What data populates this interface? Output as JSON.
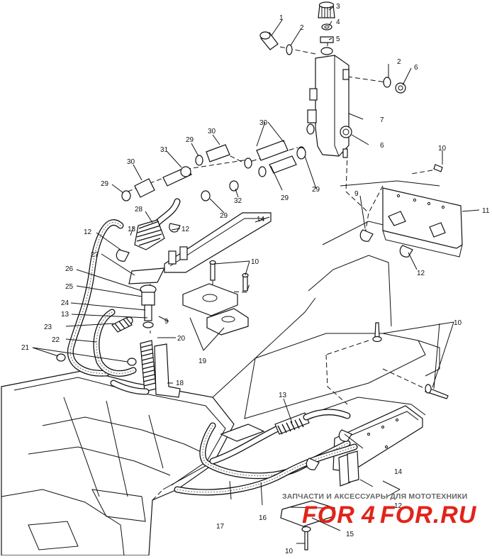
{
  "callouts": [
    {
      "id": "c1",
      "text": "1"
    },
    {
      "id": "c2a",
      "text": "2"
    },
    {
      "id": "c3",
      "text": "3"
    },
    {
      "id": "c4",
      "text": "4"
    },
    {
      "id": "c5",
      "text": "5"
    },
    {
      "id": "c2b",
      "text": "2"
    },
    {
      "id": "c6a",
      "text": "6"
    },
    {
      "id": "c7",
      "text": "7"
    },
    {
      "id": "c6b",
      "text": "6"
    },
    {
      "id": "c30a",
      "text": "30"
    },
    {
      "id": "c30b",
      "text": "30"
    },
    {
      "id": "c31",
      "text": "31"
    },
    {
      "id": "c29a",
      "text": "29"
    },
    {
      "id": "c30c",
      "text": "30"
    },
    {
      "id": "c29b",
      "text": "29"
    },
    {
      "id": "c29c",
      "text": "29"
    },
    {
      "id": "c29d",
      "text": "29"
    },
    {
      "id": "c32",
      "text": "32"
    },
    {
      "id": "c29e",
      "text": "29"
    },
    {
      "id": "c10a",
      "text": "10"
    },
    {
      "id": "c11",
      "text": "11"
    },
    {
      "id": "c9a",
      "text": "9"
    },
    {
      "id": "c12a",
      "text": "12"
    },
    {
      "id": "c28",
      "text": "28"
    },
    {
      "id": "c13a",
      "text": "13"
    },
    {
      "id": "c12b",
      "text": "12"
    },
    {
      "id": "c14a",
      "text": "14"
    },
    {
      "id": "c12c",
      "text": "12"
    },
    {
      "id": "c27",
      "text": "27"
    },
    {
      "id": "c10b",
      "text": "10"
    },
    {
      "id": "c26",
      "text": "26"
    },
    {
      "id": "c25",
      "text": "25"
    },
    {
      "id": "c24",
      "text": "24"
    },
    {
      "id": "c13b",
      "text": "13"
    },
    {
      "id": "c9b",
      "text": "9"
    },
    {
      "id": "c23",
      "text": "23"
    },
    {
      "id": "c22",
      "text": "22"
    },
    {
      "id": "c21",
      "text": "21"
    },
    {
      "id": "c20",
      "text": "20"
    },
    {
      "id": "c19",
      "text": "19"
    },
    {
      "id": "c18",
      "text": "18"
    },
    {
      "id": "c10c",
      "text": "10"
    },
    {
      "id": "c13c",
      "text": "13"
    },
    {
      "id": "c14b",
      "text": "14"
    },
    {
      "id": "c12d",
      "text": "12"
    },
    {
      "id": "c17",
      "text": "17"
    },
    {
      "id": "c16",
      "text": "16"
    },
    {
      "id": "c15",
      "text": "15"
    },
    {
      "id": "c10d",
      "text": "10"
    }
  ],
  "watermark": {
    "tagline": "ЗАПЧАСТИ И АКСЕССУАРЫ ДЛЯ МОТОТЕХНИКИ",
    "brand_left": "FOR",
    "brand_mid": "4",
    "brand_right": "FOR.RU"
  },
  "colors": {
    "line": "#111111",
    "brand": "#e2231a",
    "tagline": "#666666"
  }
}
